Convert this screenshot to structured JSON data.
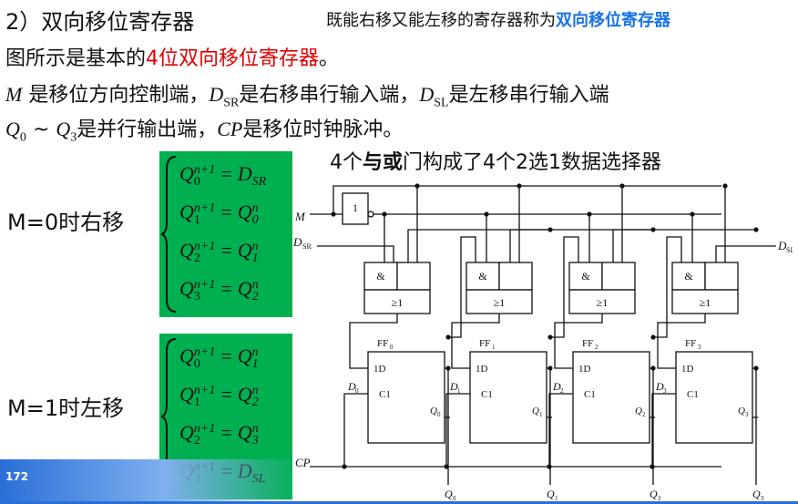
{
  "heading": {
    "number": "2）",
    "title": "双向移位寄存器",
    "def_pre": "既能右移又能左移的寄存器称为",
    "def_bold": "双向移位寄存器"
  },
  "line2": {
    "pre": "图所示是基本的",
    "red": "4位双向移位寄存器",
    "post": "。"
  },
  "line3": {
    "m": "M",
    "t1": " 是移位方向控制端，",
    "dsr": "D",
    "dsr_sub": "SR",
    "t2": "是右移串行输入端，",
    "dsl": "D",
    "dsl_sub": "SL",
    "t3": "是左移串行输入端"
  },
  "line4": {
    "q0": "Q",
    "q0_sub": "0",
    "tilde": " ~ ",
    "q3": "Q",
    "q3_sub": "3",
    "t1": "是并行输出端，",
    "cp": "CP",
    "t2": "是移位时钟脉冲。"
  },
  "mux_caption": {
    "pre": "4个",
    "bold": "与或",
    "post": "门构成了4个2选1数据选择器"
  },
  "mode_right": "M=0时右移",
  "mode_left": "M=1时左移",
  "equations_right": [
    {
      "lhs": "Q",
      "sub": "0",
      "sup": "n+1",
      "rhs": "D",
      "rsub": "SR",
      "rsup": ""
    },
    {
      "lhs": "Q",
      "sub": "1",
      "sup": "n+1",
      "rhs": "Q",
      "rsub": "0",
      "rsup": "n"
    },
    {
      "lhs": "Q",
      "sub": "2",
      "sup": "n+1",
      "rhs": "Q",
      "rsub": "1",
      "rsup": "n"
    },
    {
      "lhs": "Q",
      "sub": "3",
      "sup": "n+1",
      "rhs": "Q",
      "rsub": "2",
      "rsup": "n"
    }
  ],
  "equations_left": [
    {
      "lhs": "Q",
      "sub": "0",
      "sup": "n+1",
      "rhs": "Q",
      "rsub": "1",
      "rsup": "n"
    },
    {
      "lhs": "Q",
      "sub": "1",
      "sup": "n+1",
      "rhs": "Q",
      "rsub": "2",
      "rsup": "n"
    },
    {
      "lhs": "Q",
      "sub": "2",
      "sup": "n+1",
      "rhs": "Q",
      "rsub": "3",
      "rsup": "n"
    },
    {
      "lhs": "Q",
      "sub": "3",
      "sup": "n+1",
      "rhs": "D",
      "rsub": "SL",
      "rsup": ""
    }
  ],
  "circuit": {
    "inverter_label": "1",
    "m_label": "M",
    "dsr_label": "D",
    "dsr_sub": "SR",
    "dsl_label": "D",
    "dsl_sub": "SL",
    "cp_label": "CP",
    "and_label": "&",
    "or_label": "≥1",
    "d_label": "1D",
    "c_label": "C1",
    "ff_labels": [
      "FF",
      "FF",
      "FF",
      "FF"
    ],
    "ff_subs": [
      "0",
      "1",
      "2",
      "3"
    ],
    "d_inputs": [
      "D",
      "D",
      "D",
      "D"
    ],
    "d_subs": [
      "0",
      "1",
      "2",
      "3"
    ],
    "q_outputs": [
      "Q",
      "Q",
      "Q",
      "Q"
    ],
    "q_subs": [
      "0",
      "1",
      "2",
      "3"
    ]
  },
  "page_number": "172"
}
